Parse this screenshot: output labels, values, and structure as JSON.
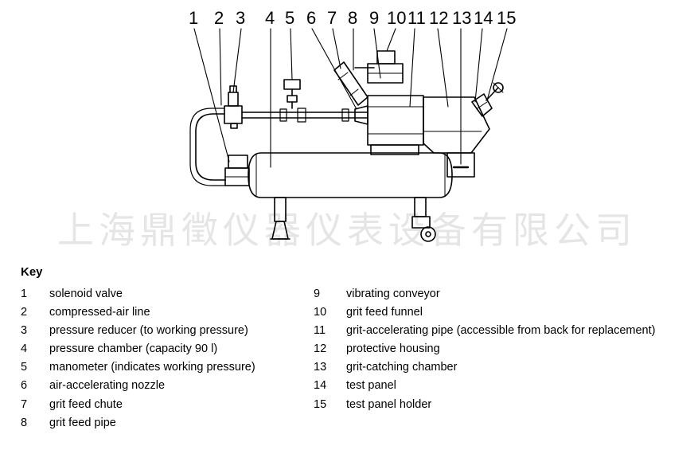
{
  "callout_numbers": [
    "1",
    "2",
    "3",
    "4",
    "5",
    "6",
    "7",
    "8",
    "9",
    "10",
    "11",
    "12",
    "13",
    "14",
    "15"
  ],
  "watermark": "上海鼎徵仪器仪表设备有限公司",
  "key": {
    "title": "Key",
    "items": [
      {
        "num": "1",
        "text": "solenoid valve"
      },
      {
        "num": "2",
        "text": "compressed-air line"
      },
      {
        "num": "3",
        "text": "pressure reducer (to working pressure)"
      },
      {
        "num": "4",
        "text": "pressure chamber (capacity 90 l)"
      },
      {
        "num": "5",
        "text": "manometer (indicates working pressure)"
      },
      {
        "num": "6",
        "text": "air-accelerating nozzle"
      },
      {
        "num": "7",
        "text": "grit feed chute"
      },
      {
        "num": "8",
        "text": "grit feed pipe"
      },
      {
        "num": "9",
        "text": "vibrating conveyor"
      },
      {
        "num": "10",
        "text": "grit feed funnel"
      },
      {
        "num": "11",
        "text": "grit-accelerating pipe (accessible from back for replacement)"
      },
      {
        "num": "12",
        "text": "protective housing"
      },
      {
        "num": "13",
        "text": "grit-catching chamber"
      },
      {
        "num": "14",
        "text": "test panel"
      },
      {
        "num": "15",
        "text": "test panel holder"
      }
    ]
  }
}
